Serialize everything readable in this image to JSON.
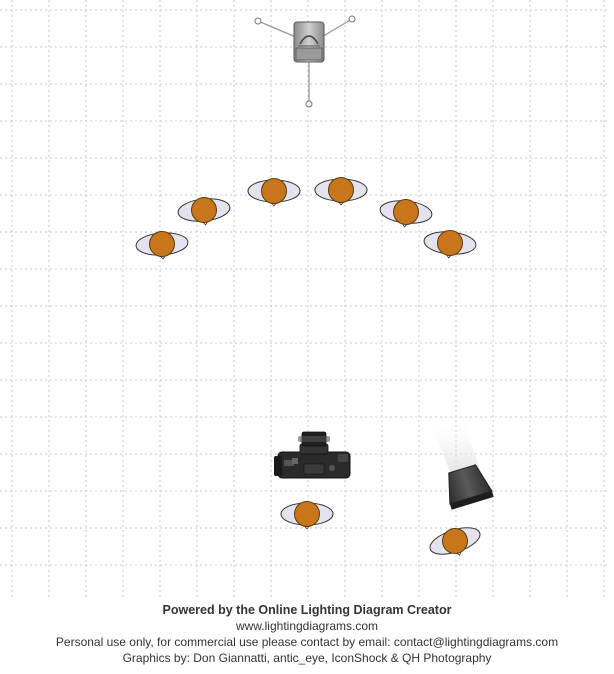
{
  "footer": {
    "title": "Powered by the Online Lighting Diagram Creator",
    "url": "www.lightingdiagrams.com",
    "license": "Personal use only, for commercial use please contact by email: contact@lightingdiagrams.com",
    "credits": "Graphics by: Don Giannatti, antic_eye, IconShock & QH Photography"
  },
  "colors": {
    "grid": "#c8c8c8",
    "head": "#c8761c",
    "shoulders": "#e4e2ee",
    "outline": "#333333",
    "softbox": "#3a3a3a",
    "stand": "#999999"
  },
  "icons": {
    "background_stand": "backdrop-stand-icon",
    "person": "person-icon",
    "camera": "camera-icon",
    "light": "softbox-light-icon"
  }
}
